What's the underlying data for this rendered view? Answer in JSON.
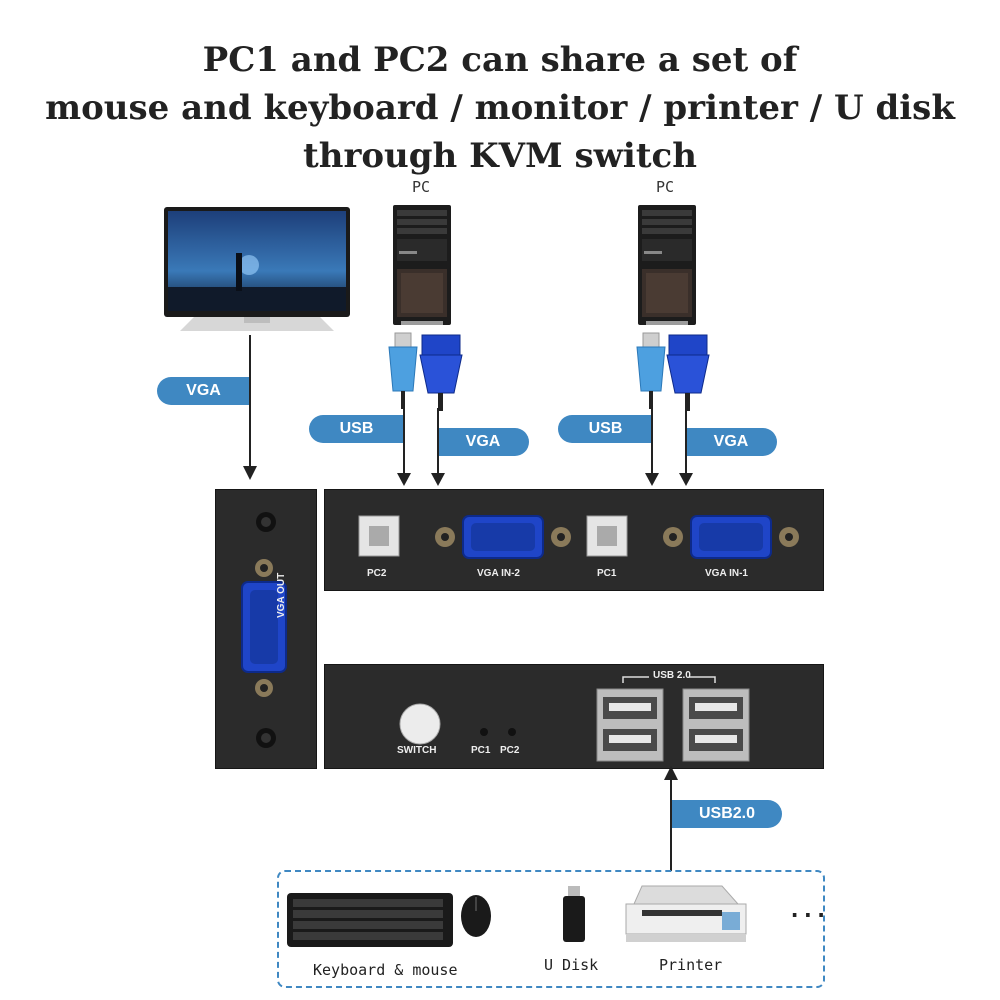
{
  "title": {
    "line1": "PC1 and PC2 can share a set of",
    "line2": "mouse and keyboard / monitor / printer / U disk",
    "line3": "through KVM switch"
  },
  "pcs": [
    {
      "label": "PC"
    },
    {
      "label": "PC"
    }
  ],
  "cable_labels": {
    "monitor_vga": "VGA",
    "pc2_usb": "USB",
    "pc2_vga": "VGA",
    "pc1_usb": "USB",
    "pc1_vga": "VGA",
    "usb2": "USB2.0"
  },
  "kvm": {
    "side_panel": {
      "vga_out": "VGA OUT"
    },
    "back_panel": {
      "pc2": "PC2",
      "vga_in_2": "VGA IN-2",
      "pc1": "PC1",
      "vga_in_1": "VGA IN-1"
    },
    "front_panel": {
      "usb_header": "USB 2.0",
      "switch": "SWITCH",
      "led_pc1": "PC1",
      "led_pc2": "PC2"
    }
  },
  "devices": {
    "keyboard_mouse": "Keyboard & mouse",
    "u_disk": "U Disk",
    "printer": "Printer",
    "more": "..."
  },
  "colors": {
    "accent_blue": "#3f88c2",
    "panel_dark": "#2b2b2b",
    "vga_blue": "#1f45c8"
  }
}
